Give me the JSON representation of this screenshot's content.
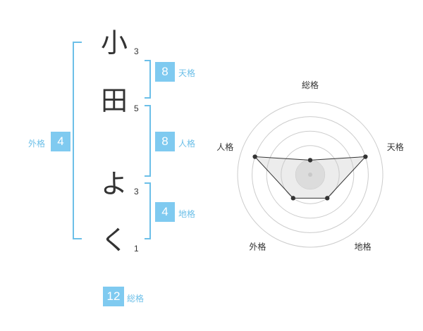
{
  "name": {
    "chars": [
      {
        "char": "小",
        "strokes": "3"
      },
      {
        "char": "田",
        "strokes": "5"
      },
      {
        "char": "よ",
        "strokes": "3"
      },
      {
        "char": "く",
        "strokes": "1"
      }
    ]
  },
  "fortune": {
    "tenkaku": {
      "value": "8",
      "label": "天格"
    },
    "jinkaku": {
      "value": "8",
      "label": "人格"
    },
    "chikaku": {
      "value": "4",
      "label": "地格"
    },
    "gaikaku": {
      "value": "4",
      "label": "外格"
    },
    "soukaku": {
      "value": "12",
      "label": "総格"
    }
  },
  "bracket_color": "#6cbfe8",
  "chart_data": {
    "type": "radar",
    "axes": [
      "総格",
      "天格",
      "地格",
      "外格",
      "人格"
    ],
    "values": [
      1,
      4,
      2,
      2,
      4
    ],
    "max": 5
  }
}
